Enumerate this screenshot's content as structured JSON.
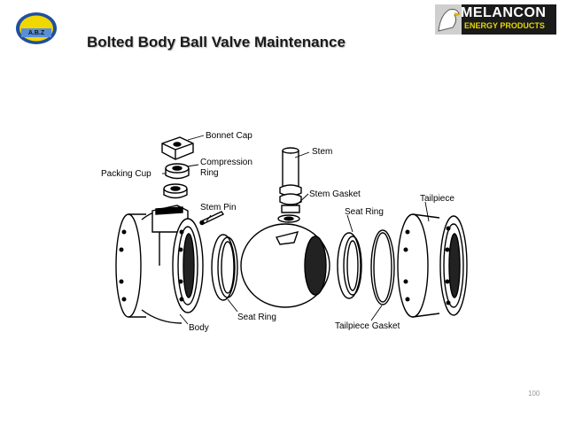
{
  "slide": {
    "title": "Bolted Body Ball Valve Maintenance",
    "page_number": "100"
  },
  "brand": {
    "name": "MELANCON",
    "subtitle": "ENERGY PRODUCTS",
    "left_logo_text": "A.B.Z"
  },
  "diagram": {
    "labels": {
      "bonnet_cap": "Bonnet Cap",
      "compression_ring_1": "Compression",
      "compression_ring_2": "Ring",
      "packing_cup": "Packing Cup",
      "stem_pin": "Stem Pin",
      "stem": "Stem",
      "stem_gasket": "Stem Gasket",
      "seat_ring_right": "Seat Ring",
      "tailpiece": "Tailpiece",
      "seat_ring_bottom": "Seat Ring",
      "body": "Body",
      "tailpiece_gasket": "Tailpiece Gasket"
    }
  },
  "colors": {
    "background": "#ffffff",
    "ink": "#000000",
    "logo_blue": "#1f4fa0",
    "logo_yellow": "#f2d600",
    "brand_dark": "#1a1a1a",
    "brand_yellow": "#e8d800"
  }
}
